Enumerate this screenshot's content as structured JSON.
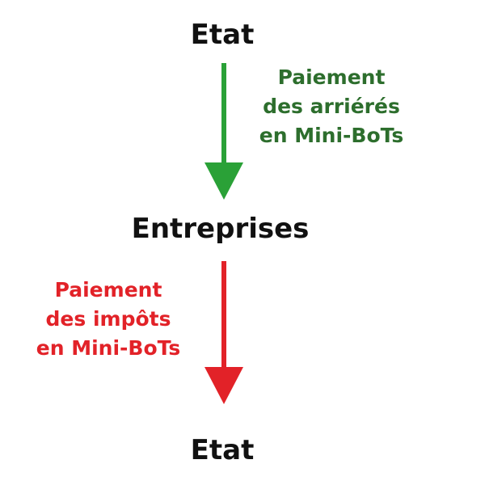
{
  "nodes": {
    "top": "Etat",
    "middle": "Entreprises",
    "bottom": "Etat"
  },
  "flows": [
    {
      "lines": [
        "Paiement",
        "des arriérés",
        "en Mini-BoTs"
      ],
      "color": "#2aa137",
      "label_color": "#2d6e2d"
    },
    {
      "lines": [
        "Paiement",
        "des impôts",
        "en Mini-BoTs"
      ],
      "color": "#e22228",
      "label_color": "#e22228"
    }
  ]
}
